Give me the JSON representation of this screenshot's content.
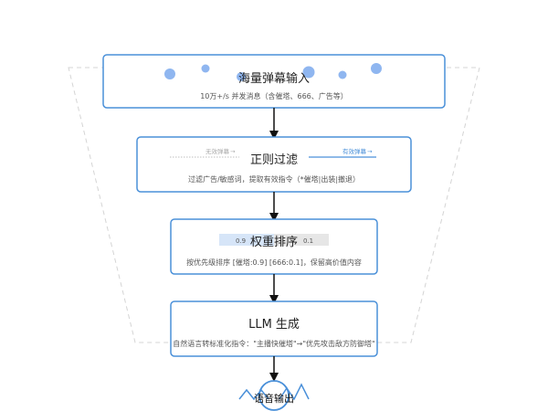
{
  "colors": {
    "accent": "#4a90d9",
    "dot": "#8fb6f0",
    "bar_high": "#d6e5f8",
    "bar_low": "#e6e6e6",
    "funnel": "#d4d4d4",
    "arrow": "#111111",
    "text": "#222222",
    "subtext": "#555555"
  },
  "stages": {
    "input": {
      "title": "海量弹幕输入",
      "subtitle": "10万+/s 并发消息（含催塔、666、广告等）"
    },
    "filter": {
      "title": "正则过滤",
      "subtitle": "过滤广告/敏感词，提取有效指令（*催塔|出装|撤退）",
      "invalid_label": "无效弹幕",
      "valid_label": "有效弹幕"
    },
    "rank": {
      "title": "权重排序",
      "subtitle": "按优先级排序 [催塔:0.9] [666:0.1]，保留高价值内容",
      "high_value": "0.9",
      "low_value": "0.1"
    },
    "llm": {
      "title": "LLM 生成",
      "subtitle": "自然语言转标准化指令：\"主播快催塔\"→\"优先攻击敌方防御塔\""
    },
    "output": {
      "title": "语音输出"
    }
  }
}
